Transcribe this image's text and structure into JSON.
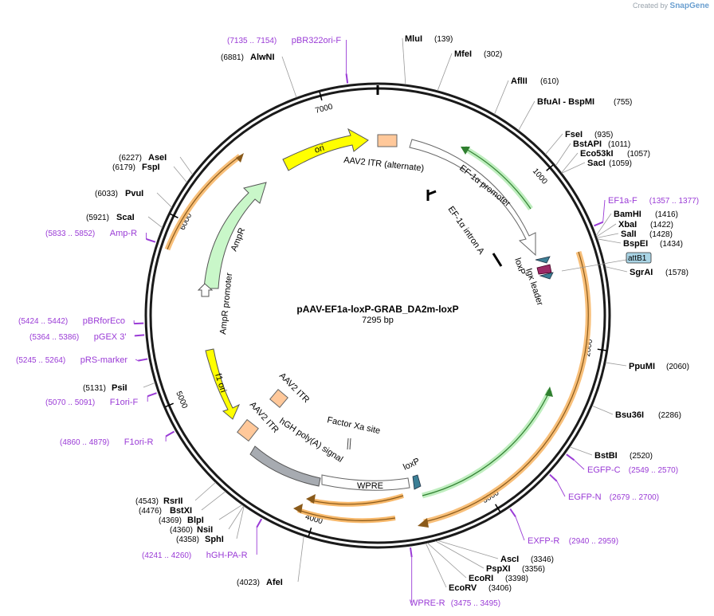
{
  "brand": {
    "prefix": "Created by",
    "name": "SnapGene"
  },
  "plasmid": {
    "name": "pAAV-EF1a-loxP-GRAB_DA2m-loxP",
    "size_label": "7295 bp",
    "length": 7295
  },
  "ticks": [
    {
      "pos": 1000,
      "label": "1000"
    },
    {
      "pos": 2000,
      "label": "2000"
    },
    {
      "pos": 3000,
      "label": "3000"
    },
    {
      "pos": 4000,
      "label": "4000"
    },
    {
      "pos": 5000,
      "label": "5000"
    },
    {
      "pos": 6000,
      "label": "6000"
    },
    {
      "pos": 7000,
      "label": "7000"
    }
  ],
  "sites": [
    {
      "name": "MluI",
      "pos": "(139)"
    },
    {
      "name": "MfeI",
      "pos": "(302)"
    },
    {
      "name": "AflII",
      "pos": "(610)"
    },
    {
      "name": "BfuAI  - BspMI",
      "pos": "(755)"
    },
    {
      "name": "FseI",
      "pos": "(935)"
    },
    {
      "name": "BstAPI",
      "pos": "(1011)"
    },
    {
      "name": "Eco53kI",
      "pos": "(1057)"
    },
    {
      "name": "SacI",
      "pos": "(1059)"
    },
    {
      "name": "BamHI",
      "pos": "(1416)"
    },
    {
      "name": "XbaI",
      "pos": "(1422)"
    },
    {
      "name": "SalI",
      "pos": "(1428)"
    },
    {
      "name": "BspEI",
      "pos": "(1434)"
    },
    {
      "name": "SgrAI",
      "pos": "(1578)"
    },
    {
      "name": "PpuMI",
      "pos": "(2060)"
    },
    {
      "name": "Bsu36I",
      "pos": "(2286)"
    },
    {
      "name": "BstBI",
      "pos": "(2520)"
    },
    {
      "name": "AscI",
      "pos": "(3346)"
    },
    {
      "name": "PspXI",
      "pos": "(3356)"
    },
    {
      "name": "EcoRI",
      "pos": "(3398)"
    },
    {
      "name": "EcoRV",
      "pos": "(3406)"
    },
    {
      "name": "AfeI",
      "pos": "(4023)"
    },
    {
      "name": "SphI",
      "pos": "(4358)"
    },
    {
      "name": "NsiI",
      "pos": "(4360)"
    },
    {
      "name": "BlpI",
      "pos": "(4369)"
    },
    {
      "name": "BstXI",
      "pos": "(4476)"
    },
    {
      "name": "RsrII",
      "pos": "(4543)"
    },
    {
      "name": "PsiI",
      "pos": "(5131)"
    },
    {
      "name": "ScaI",
      "pos": "(5921)"
    },
    {
      "name": "PvuI",
      "pos": "(6033)"
    },
    {
      "name": "FspI",
      "pos": "(6179)"
    },
    {
      "name": "AseI",
      "pos": "(6227)"
    },
    {
      "name": "AlwNI",
      "pos": "(6881)"
    }
  ],
  "primers": [
    {
      "name": "pBR322ori-F",
      "pos": "(7135 .. 7154)"
    },
    {
      "name": "EF1a-F",
      "pos": "(1357 .. 1377)"
    },
    {
      "name": "EGFP-C",
      "pos": "(2549 .. 2570)"
    },
    {
      "name": "EGFP-N",
      "pos": "(2679 .. 2700)"
    },
    {
      "name": "EXFP-R",
      "pos": "(2940 .. 2959)"
    },
    {
      "name": "WPRE-R",
      "pos": "(3475 .. 3495)"
    },
    {
      "name": "hGH-PA-R",
      "pos": "(4241 .. 4260)"
    },
    {
      "name": "F1ori-R",
      "pos": "(4860 .. 4879)"
    },
    {
      "name": "F1ori-F",
      "pos": "(5070 .. 5091)"
    },
    {
      "name": "pRS-marker",
      "pos": "(5245 .. 5264)"
    },
    {
      "name": "pGEX 3'",
      "pos": "(5364 .. 5386)"
    },
    {
      "name": "pBRforEco",
      "pos": "(5424 .. 5442)"
    },
    {
      "name": "Amp-R",
      "pos": "(5833 .. 5852)"
    }
  ],
  "features": {
    "ori": "ori",
    "itr_alt": "AAV2 ITR (alternate)",
    "ef1a_promoter": "EF-1α promoter",
    "ef1a_intron": "EF-1α intron A",
    "loxp_top": "loxP",
    "igk_leader": "Igκ leader",
    "attb1": "attB1",
    "ampr": "AmpR",
    "ampr_promoter": "AmpR promoter",
    "f1_ori": "f1 ori",
    "itr_inner": "AAV2 ITR",
    "itr_outer": "AAV2 ITR",
    "hgh_polya": "hGH poly(A) signal",
    "factor_xa": "Factor Xa site",
    "loxp_bottom": "loxP",
    "wpre": "WPRE"
  },
  "colors": {
    "primer": "#9a3bd6",
    "ori": "#ffff00",
    "itr": "#ffc89a",
    "ampr": "#c9f7c9",
    "orange_track": "#f7b86a",
    "green_track": "#7fd07f",
    "hgh": "#a7abb1",
    "loxp": "#3c7f96",
    "igk": "#9b2a66",
    "attb1": "#a9d4e5"
  }
}
